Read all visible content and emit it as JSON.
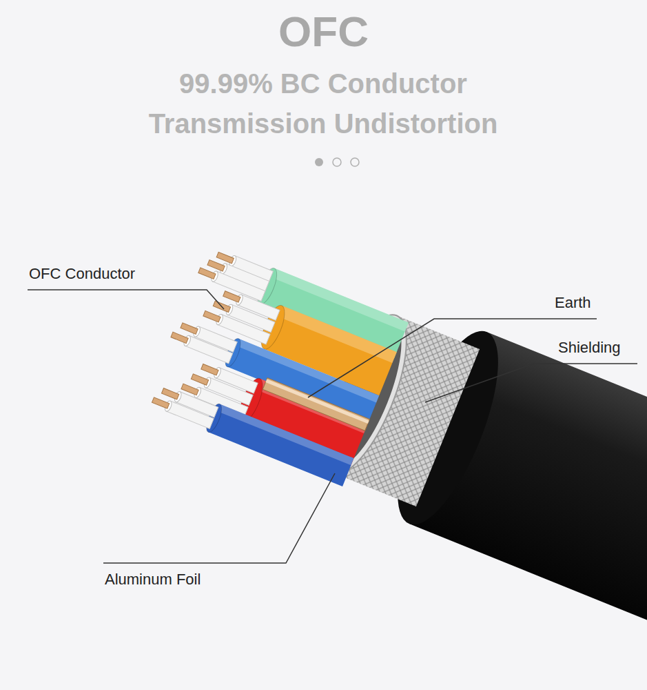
{
  "diagram": {
    "title": "OFC",
    "labels": [
      "99.99% BC Conductor Transmission Undistortion",
      "OFC Conductor",
      "Earth",
      "Shielding",
      "Aluminum Foil"
    ]
  }
}
